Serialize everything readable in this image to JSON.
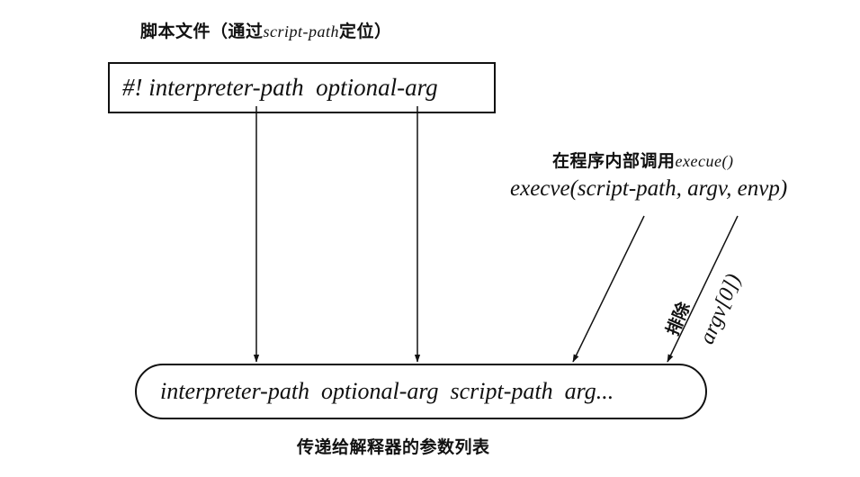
{
  "script_file": {
    "label_prefix": "脚本文件（通过",
    "label_italic": "script-path",
    "label_suffix": "定位）",
    "shebang_line": "#! interpreter-path  optional-arg"
  },
  "execve": {
    "caption_prefix": "在程序内部调用",
    "caption_italic": "execue()",
    "call": "execve(script-path, argv, envp)"
  },
  "exclude": {
    "label": "排除",
    "argv0": "argv[0])"
  },
  "interpreter_args": {
    "list": "interpreter-path  optional-arg  script-path  arg...",
    "label": "传递给解释器的参数列表"
  },
  "colors": {
    "stroke": "#111111",
    "background": "#ffffff"
  }
}
